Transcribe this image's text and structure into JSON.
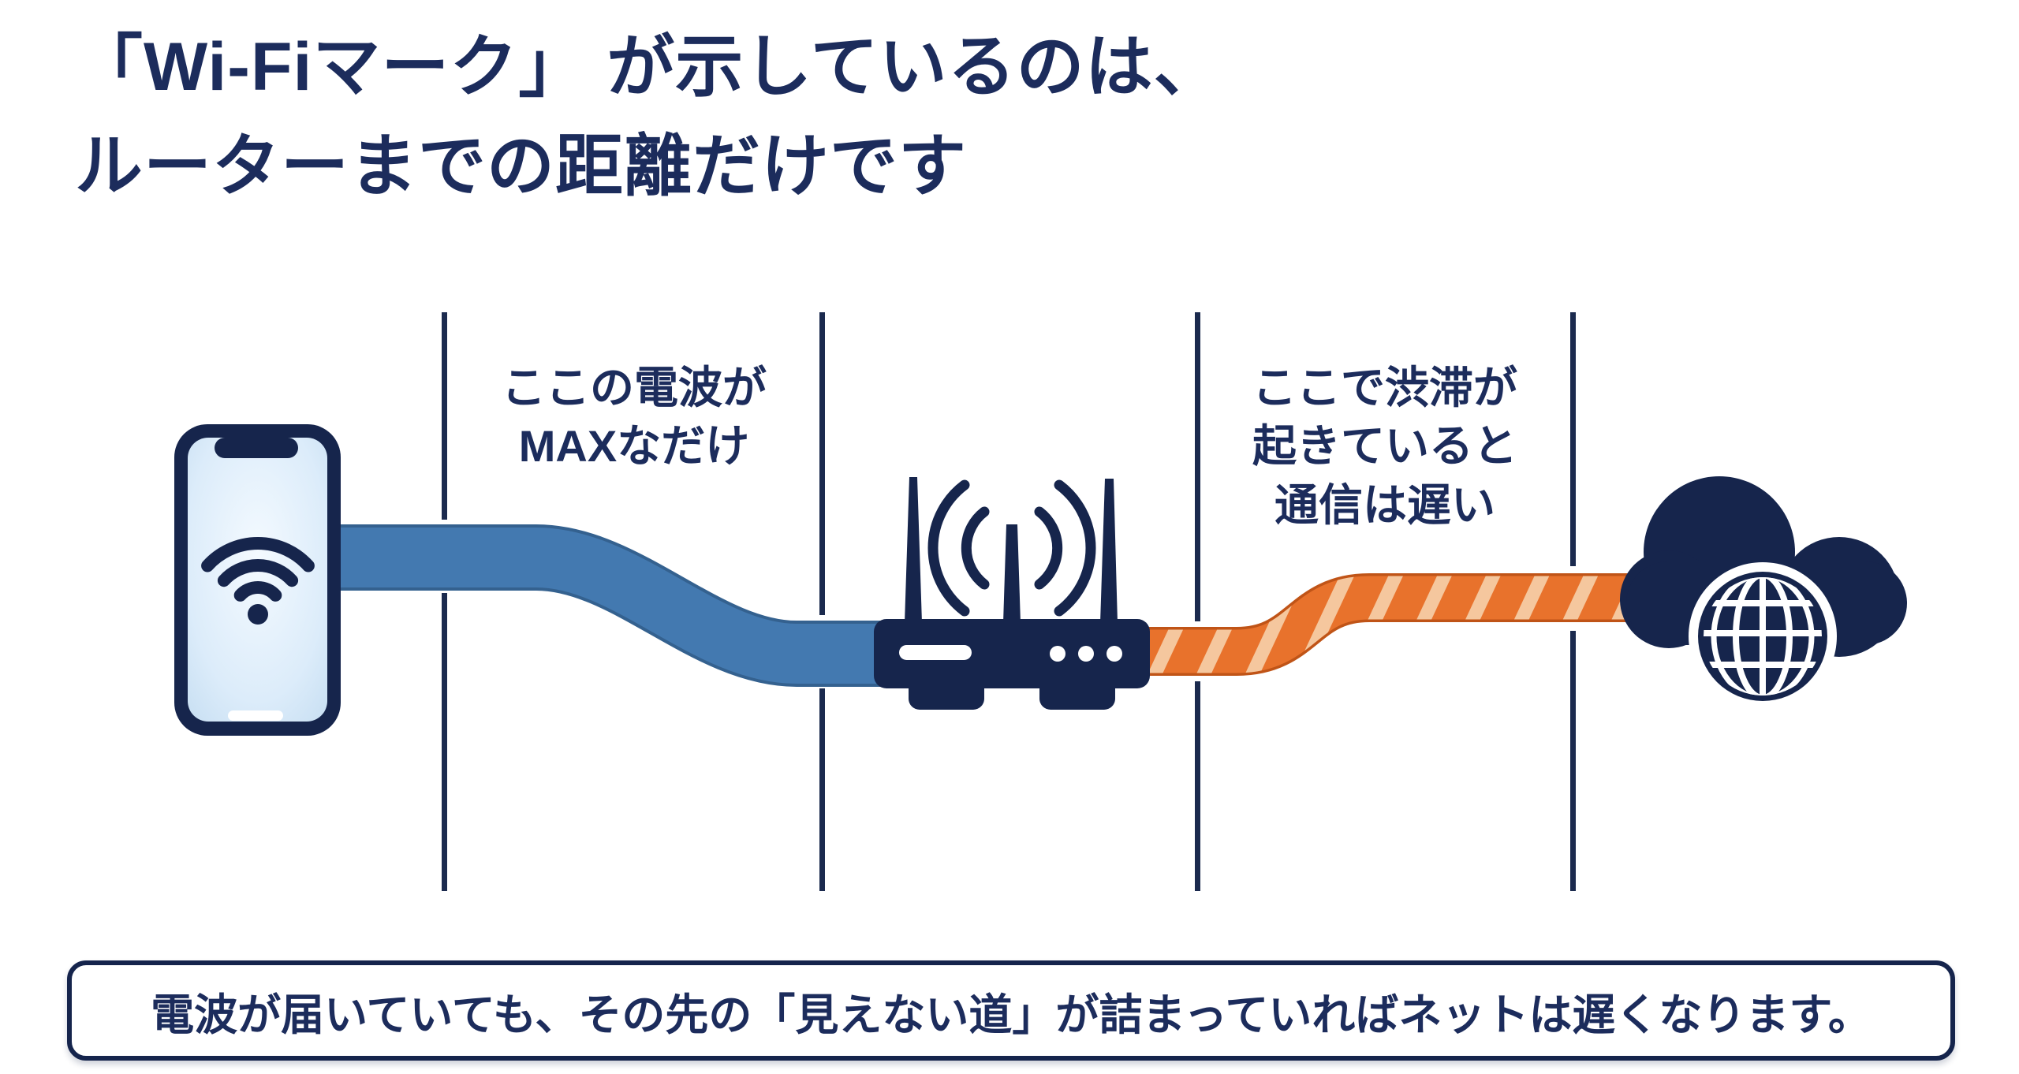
{
  "title": {
    "line1": "「Wi-Fiマーク」 が示しているのは、",
    "line2": "ルーターまでの距離だけです"
  },
  "annotations": {
    "wifi_max": {
      "line1": "ここの電波が",
      "line2": "MAXなだけ"
    },
    "congestion": {
      "line1": "ここで渋滞が",
      "line2": "起きていると",
      "line3": "通信は遅い"
    }
  },
  "footer": {
    "message": "電波が届いていても、その先の「見えない道」が詰まっていればネットは遅くなります。"
  },
  "diagram": {
    "icons": {
      "left": "smartphone-with-wifi-icon",
      "center": "wifi-router-icon",
      "right": "internet-cloud-globe-icon"
    },
    "colors": {
      "navy": "#16254c",
      "text_navy": "#1c2c5c",
      "divider": "#1b2a4e",
      "pipe_blue": "#4379b0",
      "pipe_blue_edge": "#34618f",
      "pipe_orange": "#e8722c",
      "pipe_orange_edge": "#c05417",
      "pipe_stripe": "#f5c79e",
      "phone_screen": "#d7e9f9",
      "background": "#ffffff"
    }
  }
}
